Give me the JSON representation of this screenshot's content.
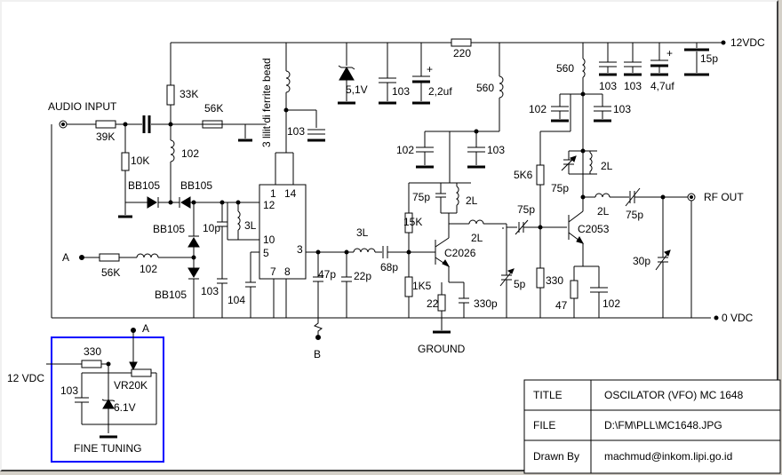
{
  "rails": {
    "vcc_right": "12VDC",
    "gnd_right": "0 VDC",
    "vcc_left": "12 VDC"
  },
  "io": {
    "audio_input": "AUDIO INPUT",
    "input_a": "A",
    "rf_out": "RF OUT",
    "output_b": "B",
    "ground": "GROUND",
    "tuning_a": "A"
  },
  "ic": {
    "pins": [
      "1",
      "14",
      "12",
      "10",
      "5",
      "7",
      "8",
      "3"
    ],
    "inductor_note": "3 lilit di ferrite bead"
  },
  "components": {
    "r_39k": "39K",
    "r_33k": "33K",
    "r_56k_top": "56K",
    "r_10k": "10K",
    "l_102_top": "102",
    "d_bb105_left": "BB105",
    "d_bb105_right": "BB105",
    "d_bb105_mid": "BB105",
    "d_bb105_bot": "BB105",
    "r_56k_a": "56K",
    "l_102_a": "102",
    "c_10p": "10p",
    "l_3l_tank": "3L",
    "c_103_tank": "103",
    "c_104": "104",
    "c_103_ic": "103",
    "zener_51": "5,1V",
    "c_103_z": "103",
    "c_22uf": "2,2uf",
    "r_220": "220",
    "l_560_mid": "560",
    "l_560_right": "560",
    "c_103_r1": "103",
    "c_103_r2": "103",
    "c_47uf": "4,7uf",
    "c_15p": "15p",
    "c_102_mid": "102",
    "c_103_mid": "103",
    "c_102_right": "102",
    "c_103_right": "103",
    "l_3l_out": "3L",
    "c_68p": "68p",
    "c_47p": "47p",
    "c_22p": "22p",
    "c_75p_q1": "75p",
    "l_2l_q1": "2L",
    "r_15k": "15K",
    "l_2l_q1b": "2L",
    "q1": "C2026",
    "r_1k5": "1K5",
    "r_22": "22",
    "c_330p": "330p",
    "c_5p": "5p",
    "c_75p_couple": "75p",
    "r_5k6": "5K6",
    "r_330": "330",
    "r_47": "47",
    "q2": "C2053",
    "c_102_q2": "102",
    "c_75p_tank2": "75p",
    "l_2l_tank2": "2L",
    "l_2l_out": "2L",
    "c_75p_out": "75p",
    "c_30p": "30p",
    "ft_330": "330",
    "ft_103": "103",
    "ft_vr": "VR20K",
    "ft_61": "6.1V",
    "ft_label": "FINE TUNING"
  },
  "titleblock": {
    "title_label": "TITLE",
    "title_value": "OSCILATOR (VFO)  MC 1648",
    "file_label": "FILE",
    "file_value": "D:\\FM\\PLL\\MC1648.JPG",
    "drawn_label": "Drawn By",
    "drawn_value": "machmud@inkom.lipi.go.id"
  }
}
